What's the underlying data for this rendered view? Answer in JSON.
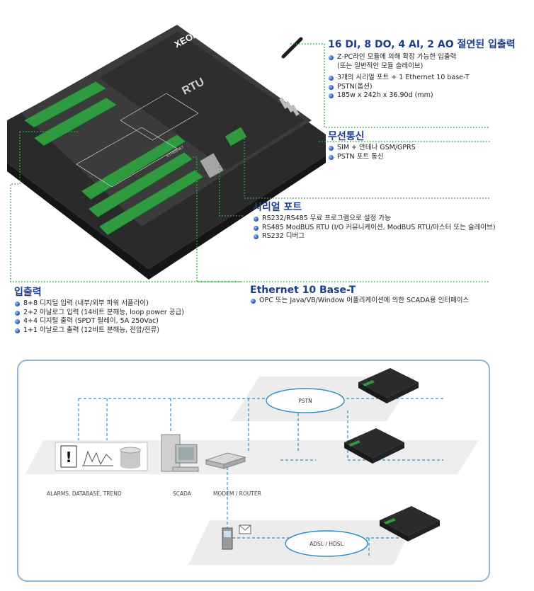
{
  "sections": {
    "io_spec": {
      "title": "16 DI, 8 DO, 4 AI, 2 AO 절연된 입출력",
      "items": [
        {
          "line1": "Z-PC라인 모듈에 의해 확장 가능한 입출력",
          "line2": "(또는 일반적인 모듈 슬레이브)"
        },
        {
          "line1": "3개의 시리얼 포트 + 1 Ethernet 10 base-T"
        },
        {
          "line1": "PSTN(옵션)"
        },
        {
          "line1": "185w x 242h x 36.90d (mm)"
        }
      ]
    },
    "wireless": {
      "title": "무선통신",
      "items": [
        "SIM + 안테나 GSM/GPRS",
        "PSTN 포트 통신"
      ]
    },
    "serial": {
      "title": "시리얼 포트",
      "items": [
        "RS232/RS485 무료 프로그램으로 설정 가능",
        "RS485 ModBUS RTU (I/O 커뮤니케이션, ModBUS RTU/마스터 또는 슬레이브)",
        "RS232 디버그"
      ]
    },
    "io": {
      "title": "입출력",
      "items": [
        "8+8 디지털 입력 (내부/외부 파워 서플라이)",
        "2+2 아날로그 입력 (14비트 분해능, loop power 공급)",
        "4+4 디지털 출력 (SPDT 릴레이, 5A 250Vac)",
        "1+1 아날로그 출력 (12비트 분해능, 전압/전류)"
      ]
    },
    "ethernet": {
      "title": "Ethernet 10 Base-T",
      "items": [
        "OPC 또는 Java/VB/Window 어플리케이션에 의한 SCADA용 인터페이스"
      ]
    }
  },
  "device": {
    "brand": "XEONET",
    "label": "RTU",
    "port_label": "ETHERNET"
  },
  "network": {
    "pstn_label": "PSTN",
    "adsl_label": "ADSL / HDSL",
    "alarms_label": "ALARMS, DATABASE, TREND",
    "scada_label": "SCADA",
    "modem_label": "MODEM / ROUTER"
  },
  "colors": {
    "heading": "#1b3f8c",
    "dotted_line": "#3aa048",
    "network_line": "#2a8fc8",
    "panel_border": "#8fb6d6"
  }
}
